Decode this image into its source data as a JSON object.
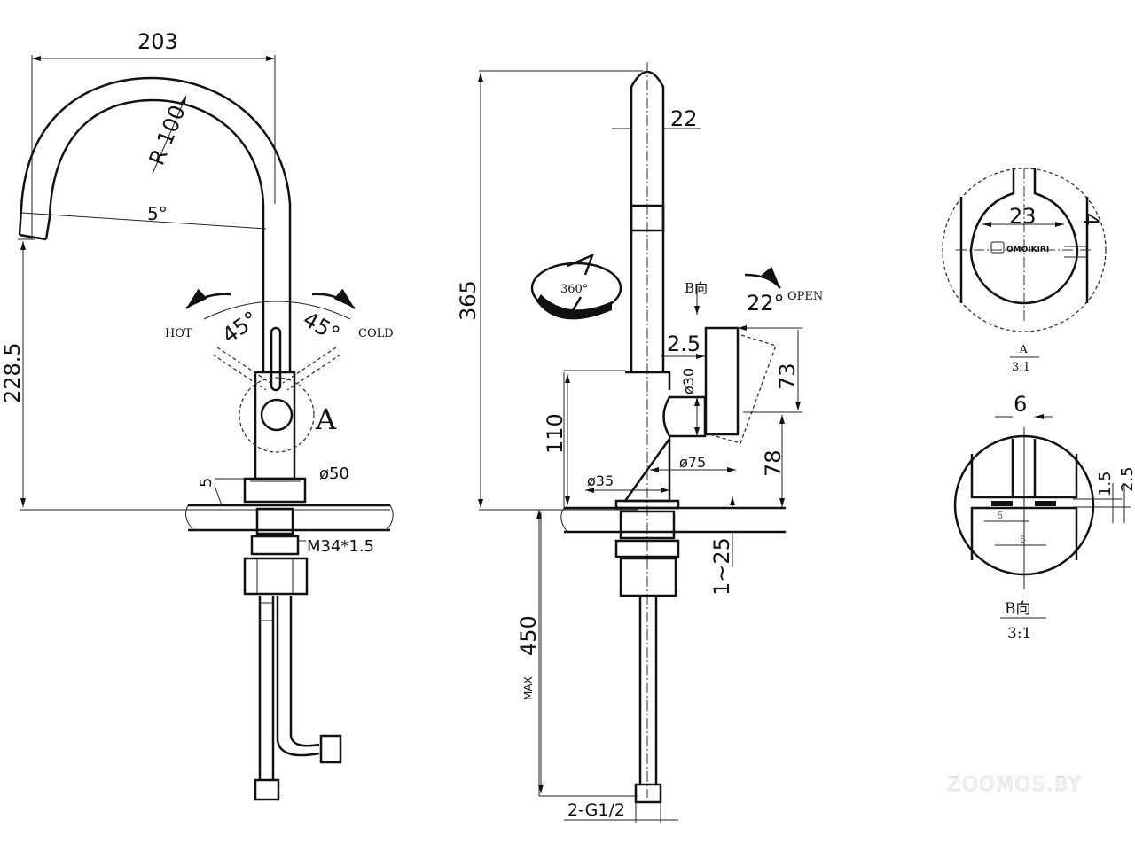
{
  "front_view": {
    "width_dim": "203",
    "radius_dim": "R 100",
    "spout_angle": "5°",
    "height_dim": "228.5",
    "hot_label": "HOT",
    "cold_label": "COLD",
    "hot_angle": "45°",
    "cold_angle": "45°",
    "detail_marker": "A",
    "base_height_dim": "5",
    "base_diameter_dim": "ø50",
    "thread_dim": "M34*1.5"
  },
  "side_view": {
    "total_height_dim": "365",
    "spout_diameter_dim": "22",
    "rotation_label": "360°",
    "view_marker": "B向",
    "open_label": "OPEN",
    "open_angle": "22°",
    "offset_dim": "2.5",
    "handle_diameter_dim": "ø30",
    "handle_height_dim": "73",
    "body_height_dim": "110",
    "handle_reach_dim": "ø75",
    "handle_base_height_dim": "78",
    "body_diameter_dim": "ø35",
    "counter_thickness_dim": "1~25",
    "hose_length_dim": "450",
    "hose_length_prefix": "MAX",
    "hose_thread_dim": "2-G1/2"
  },
  "detail_a": {
    "width_dim": "23",
    "depth_dim": "4",
    "brand_logo": "OMOIKIRI",
    "label": "A",
    "scale": "3:1"
  },
  "detail_b": {
    "slot_dim": "6",
    "gap_dim_1": "1.5",
    "gap_dim_2": "2.5",
    "inner_dim_1": "6",
    "inner_dim_2": "6",
    "label": "B向",
    "scale": "3:1"
  },
  "watermark": "ZOOMOS.BY"
}
